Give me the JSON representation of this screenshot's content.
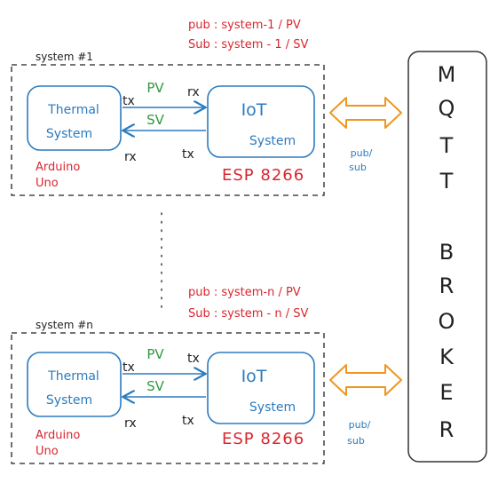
{
  "colors": {
    "red": "#d9262e",
    "blue": "#2b7bbf",
    "green": "#2e9a3a",
    "orange": "#f0961e",
    "ink": "#222222"
  },
  "broker": {
    "letters": [
      "M",
      "Q",
      "T",
      "T",
      "B",
      "R",
      "O",
      "K",
      "E",
      "R"
    ]
  },
  "systems": [
    {
      "label": "system #1",
      "topics": {
        "pub": "pub : system-1 / PV",
        "sub": "Sub : system - 1 / SV"
      },
      "thermal": {
        "line1": "Thermal",
        "line2": "System"
      },
      "iot": {
        "line1": "IoT",
        "line2": "System"
      },
      "arduino": {
        "line1": "Arduino",
        "line2": "Uno"
      },
      "esp": "ESP 8266",
      "pv": "PV",
      "sv": "SV",
      "tx_left": "tx",
      "rx_right": "rx",
      "rx_left": "rx",
      "tx_right": "tx",
      "pubsub": {
        "line1": "pub/",
        "line2": "sub"
      }
    },
    {
      "label": "system #n",
      "topics": {
        "pub": "pub : system-n / PV",
        "sub": "Sub : system - n / SV"
      },
      "thermal": {
        "line1": "Thermal",
        "line2": "System"
      },
      "iot": {
        "line1": "IoT",
        "line2": "System"
      },
      "arduino": {
        "line1": "Arduino",
        "line2": "Uno"
      },
      "esp": "ESP 8266",
      "pv": "PV",
      "sv": "SV",
      "tx_left": "tx",
      "rx_right": "tx",
      "rx_left": "rx",
      "tx_right": "tx",
      "pubsub": {
        "line1": "pub/",
        "line2": "sub"
      }
    }
  ]
}
